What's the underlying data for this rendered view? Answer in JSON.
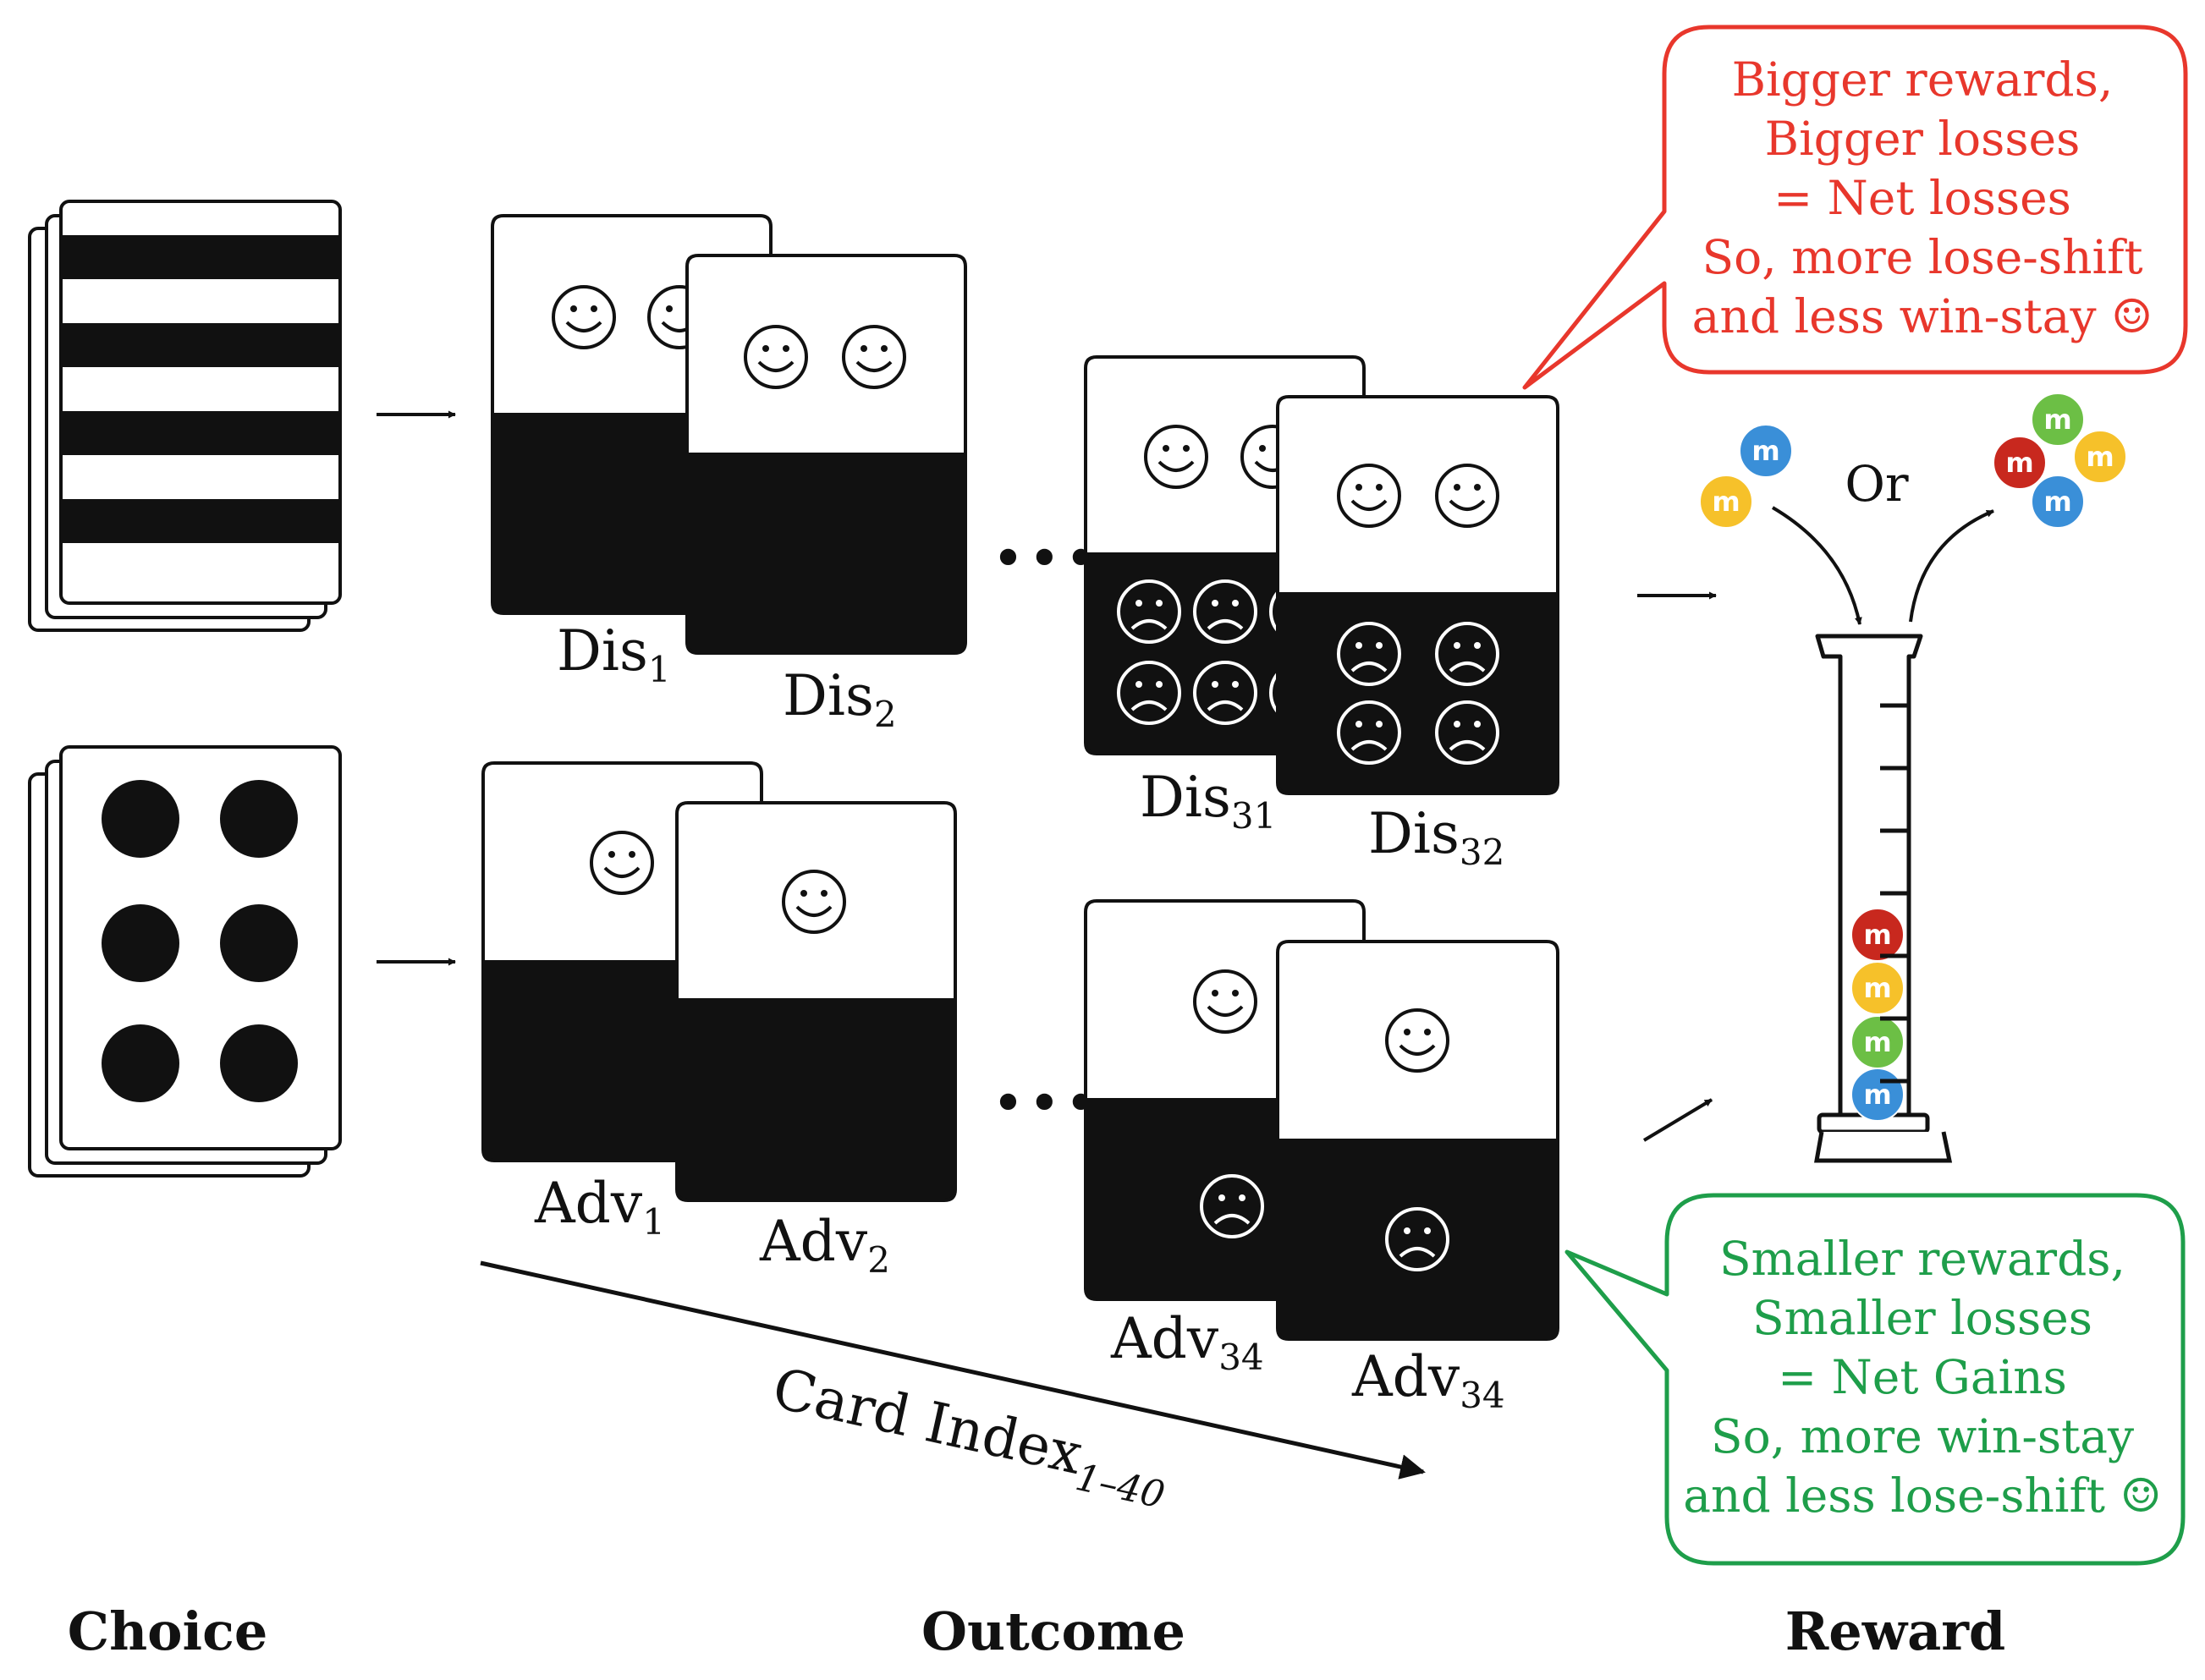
{
  "sections": {
    "choice": "Choice",
    "outcome": "Outcome",
    "reward": "Reward"
  },
  "cards": {
    "dis1": {
      "base": "Dis",
      "sub": "1"
    },
    "dis2": {
      "base": "Dis",
      "sub": "2"
    },
    "dis31": {
      "base": "Dis",
      "sub": "31"
    },
    "dis32": {
      "base": "Dis",
      "sub": "32"
    },
    "adv1": {
      "base": "Adv",
      "sub": "1"
    },
    "adv2": {
      "base": "Adv",
      "sub": "2"
    },
    "adv34a": {
      "base": "Adv",
      "sub": "34"
    },
    "adv34b": {
      "base": "Adv",
      "sub": "34"
    }
  },
  "ellipsis": "•••",
  "card_index": {
    "base": "Card Index",
    "sub": "1–40"
  },
  "or_label": "Or",
  "red_callout": [
    "Bigger rewards,",
    "Bigger losses",
    "= Net losses",
    "So, more lose-shift",
    "and less win-stay ☺"
  ],
  "green_callout": [
    "Smaller rewards,",
    "Smaller losses",
    "= Net Gains",
    "So, more win-stay",
    "and less lose-shift ☺"
  ],
  "candy_letter": "m",
  "colors": {
    "red": "#e8372c",
    "green": "#1e9e4a",
    "candy_red": "#c8281e",
    "candy_yellow": "#f6c12a",
    "candy_green": "#6cbf45",
    "candy_blue": "#3a8fd8"
  }
}
